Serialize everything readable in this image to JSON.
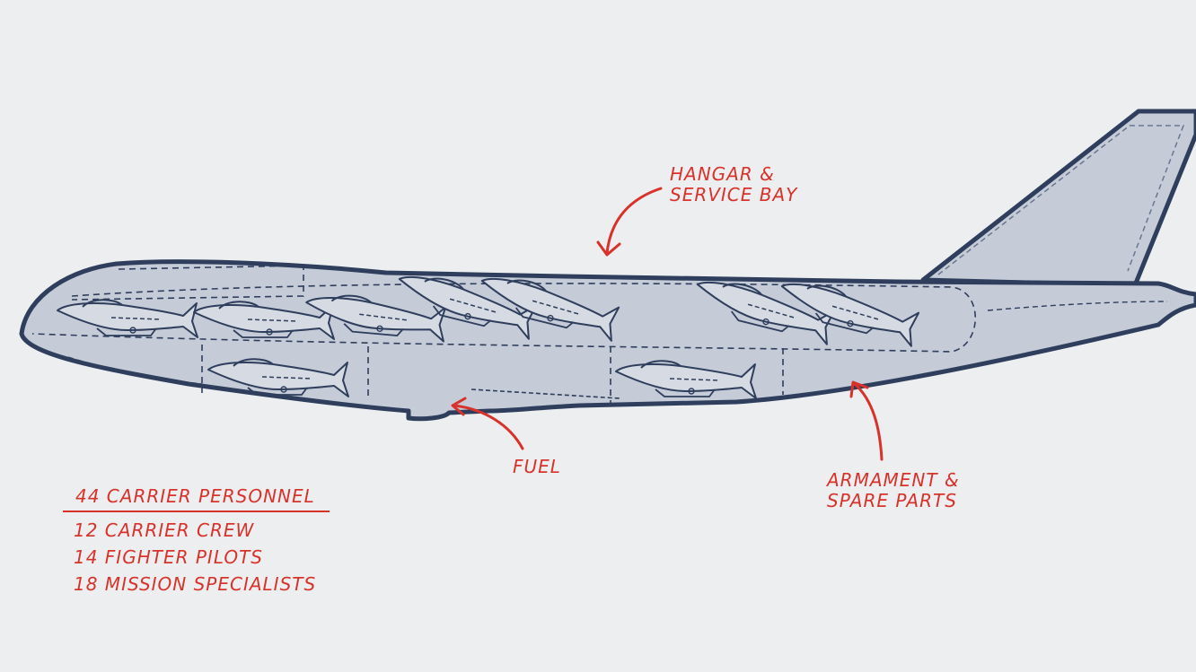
{
  "callouts": {
    "hangar": [
      "HANGAR &",
      "SERVICE BAY"
    ],
    "fuel": [
      "FUEL"
    ],
    "armament": [
      "ARMAMENT &",
      "SPARE PARTS"
    ]
  },
  "personnel": {
    "total": "44 CARRIER PERSONNEL",
    "breakdown": [
      "12 CARRIER CREW",
      "14 FIGHTER PILOTS",
      "18 MISSION SPECIALISTS"
    ]
  },
  "colors": {
    "background": "#eceef0",
    "outline": "#2e3e5c",
    "fill": "#c5ccd8",
    "annotation": "#d8322a"
  },
  "icons": {
    "aircraft": "airship-carrier-cutaway",
    "parasite_fighter": "fighter-jet-icon",
    "callout_arrow": "arrow-icon"
  }
}
